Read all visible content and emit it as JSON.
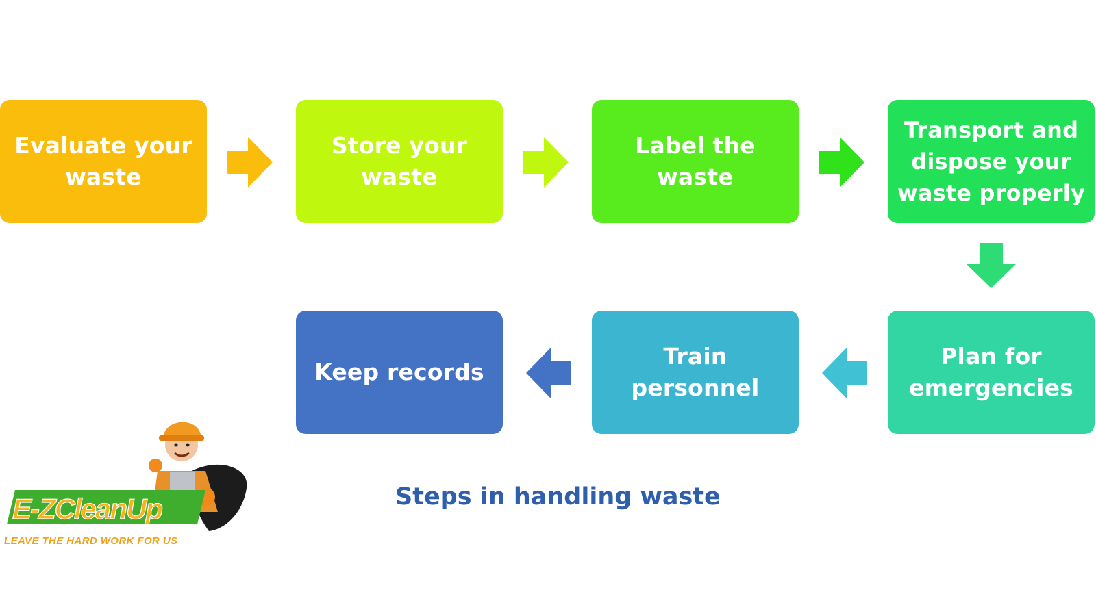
{
  "steps": [
    {
      "label": "Evaluate your waste",
      "color": "#fbbd0b"
    },
    {
      "label": "Store your waste",
      "color": "#bff70f"
    },
    {
      "label": "Label the waste",
      "color": "#58ec1e"
    },
    {
      "label": "Transport and dispose your waste properly",
      "color": "#22e159"
    },
    {
      "label": "Plan for emergencies",
      "color": "#32d6a2"
    },
    {
      "label": "Train personnel",
      "color": "#3cb6d0"
    },
    {
      "label": "Keep records",
      "color": "#4472c4"
    }
  ],
  "arrows": [
    {
      "direction": "right",
      "color": "#fbbd0b"
    },
    {
      "direction": "right",
      "color": "#bff70f"
    },
    {
      "direction": "right",
      "color": "#2fe21a"
    },
    {
      "direction": "down",
      "color": "#2edc75"
    },
    {
      "direction": "left",
      "color": "#40c2d4"
    },
    {
      "direction": "left",
      "color": "#4472c4"
    }
  ],
  "caption": "Steps in handling waste",
  "logo": {
    "brand": "E-ZCleanUp",
    "tagline": "LEAVE THE HARD WORK FOR US",
    "brand_color": "#3fae2e",
    "tagline_color": "#f0a11a"
  }
}
